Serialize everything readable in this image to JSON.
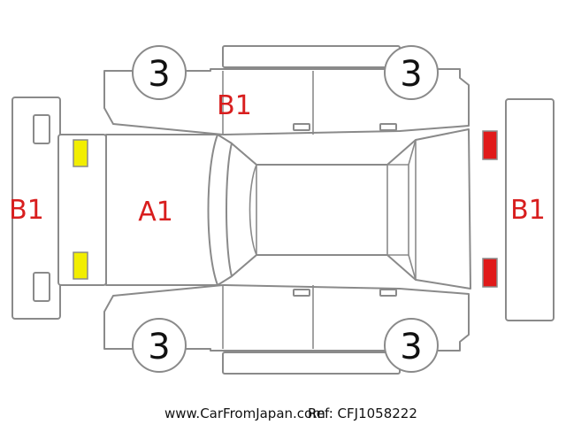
{
  "colors": {
    "outline": "#8a8a8a",
    "damage_code": "#d81e1e",
    "front_lamp": "#f2ee00",
    "rear_lamp": "#e01919"
  },
  "labels": {
    "front_bumper": "B1",
    "rear_bumper": "B1",
    "left_side": "B1",
    "hood": "A1"
  },
  "wheels": {
    "front_left": "3",
    "rear_left": "3",
    "front_right": "3",
    "rear_right": "3"
  },
  "footer": {
    "site": "www.CarFromJapan.com",
    "ref": "Ref: CFJ1058222"
  }
}
